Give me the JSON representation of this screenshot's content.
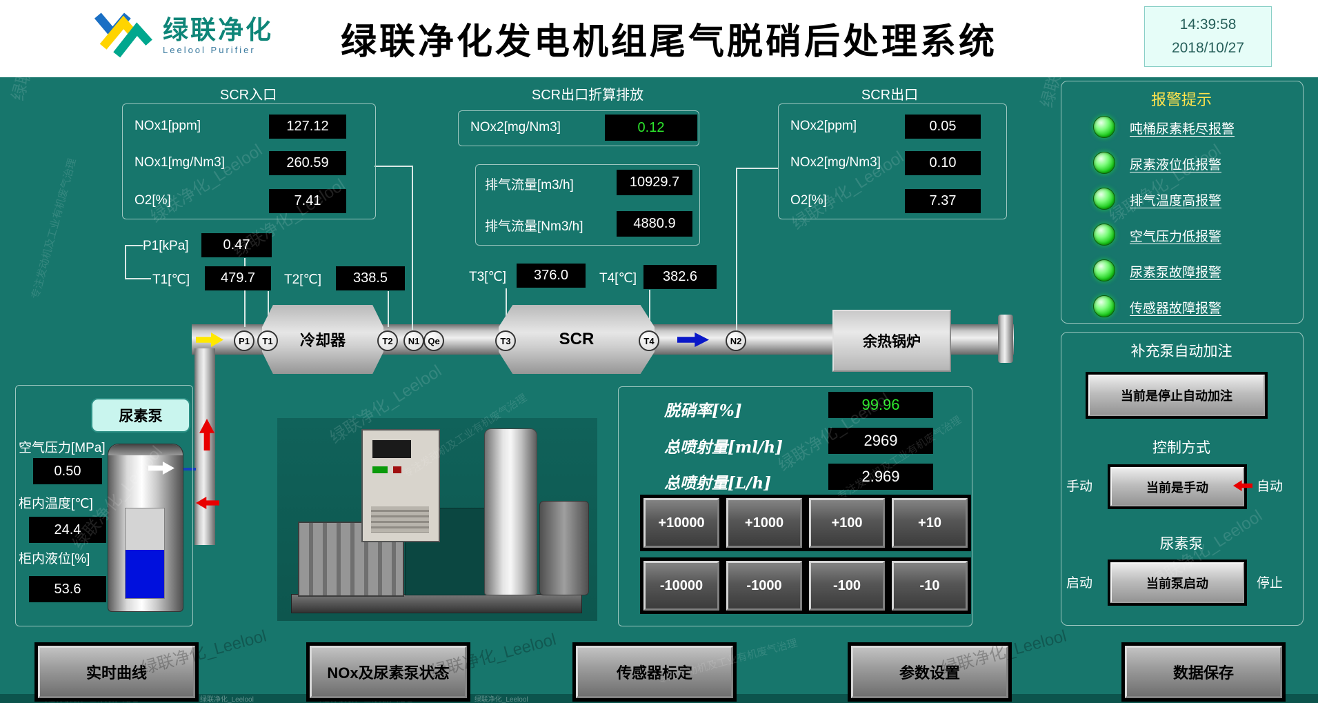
{
  "header": {
    "logo_title": "绿联净化",
    "logo_subtitle": "Leelool Purifier",
    "title": "绿联净化发电机组尾气脱硝后处理系统",
    "time": "14:39:58",
    "date": "2018/10/27"
  },
  "scr_inlet": {
    "title": "SCR入口",
    "rows": [
      {
        "label": "NOx1[ppm]",
        "value": "127.12"
      },
      {
        "label": "NOx1[mg/Nm3]",
        "value": "260.59"
      },
      {
        "label": "O2[%]",
        "value": "7.41"
      }
    ]
  },
  "scr_out_conv": {
    "title": "SCR出口折算排放",
    "nox_label": "NOx2[mg/Nm3]",
    "nox_value": "0.12",
    "flow_rows": [
      {
        "label": "排气流量[m3/h]",
        "value": "10929.7"
      },
      {
        "label": "排气流量[Nm3/h]",
        "value": "4880.9"
      }
    ]
  },
  "scr_outlet": {
    "title": "SCR出口",
    "rows": [
      {
        "label": "NOx2[ppm]",
        "value": "0.05"
      },
      {
        "label": "NOx2[mg/Nm3]",
        "value": "0.10"
      },
      {
        "label": "O2[%]",
        "value": "7.37"
      }
    ]
  },
  "point_values": {
    "p1_label": "P1[kPa]",
    "p1": "0.47",
    "t1_label": "T1[℃]",
    "t1": "479.7",
    "t2_label": "T2[℃]",
    "t2": "338.5",
    "t3_label": "T3[℃]",
    "t3": "376.0",
    "t4_label": "T4[℃]",
    "t4": "382.6"
  },
  "process": {
    "cooler": "冷却器",
    "scr": "SCR",
    "boiler": "余热锅炉",
    "markers": [
      "P1",
      "T1",
      "T2",
      "N1",
      "Qe",
      "T3",
      "T4",
      "N2"
    ]
  },
  "urea_station": {
    "pump_tag": "尿素泵",
    "rows": [
      {
        "label": "空气压力[MPa]",
        "value": "0.50"
      },
      {
        "label": "柜内温度[℃]",
        "value": "24.4"
      },
      {
        "label": "柜内液位[%]",
        "value": "53.6"
      }
    ]
  },
  "injection": {
    "denox_label": "脱硝率[%]",
    "denox_value": "99.96",
    "rows": [
      {
        "label": "总喷射量[ml/h]",
        "value": "2969"
      },
      {
        "label": "总喷射量[L/h]",
        "value": "2.969"
      }
    ],
    "adjust_buttons": [
      "+10000",
      "+1000",
      "+100",
      "+10",
      "-10000",
      "-1000",
      "-100",
      "-10"
    ]
  },
  "alarms": {
    "title": "报警提示",
    "items": [
      "吨桶尿素耗尽报警",
      "尿素液位低报警",
      "排气温度高报警",
      "空气压力低报警",
      "尿素泵故障报警",
      "传感器故障报警"
    ]
  },
  "controls": {
    "refill_title": "补充泵自动加注",
    "refill_button": "当前是停止自动加注",
    "mode_title": "控制方式",
    "mode_left": "手动",
    "mode_button": "当前是手动",
    "mode_right": "自动",
    "pump_title": "尿素泵",
    "pump_left": "启动",
    "pump_button": "当前泵启动",
    "pump_right": "停止"
  },
  "nav": {
    "buttons": [
      "实时曲线",
      "NOx及尿素泵状态",
      "传感器标定",
      "参数设置",
      "数据保存"
    ]
  },
  "watermark": {
    "brand": "绿联净化_Leelool",
    "slogan": "专注发动机及工业有机废气治理"
  },
  "colors": {
    "background": "#17766C",
    "value_green": "#2CE62C",
    "alarm_led": "#33DD33",
    "title_yellow": "#FFE34D"
  }
}
